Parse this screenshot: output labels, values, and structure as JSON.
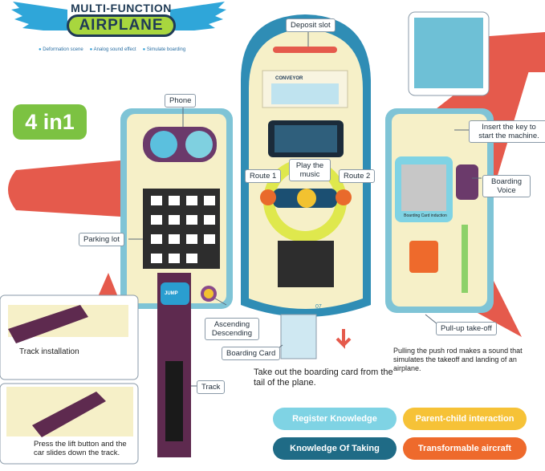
{
  "header": {
    "title_top": "MULTI-FUNCTION",
    "title_main": "AIRPLANE",
    "features": [
      "Deformation scene",
      "Analog sound effect",
      "Simulate boarding"
    ]
  },
  "badge": "4 in1",
  "labels": {
    "deposit_slot": "Deposit slot",
    "phone": "Phone",
    "play_music": "Play the music",
    "route1": "Route 1",
    "route2": "Route 2",
    "insert_key": "Insert the key to start the machine.",
    "boarding_voice": "Boarding Voice",
    "parking_lot": "Parking lot",
    "ascending": "Ascending Descending",
    "boarding_card": "Boarding Card",
    "pull_up": "Pull-up take-off",
    "track": "Track",
    "track_installation": "Track installation",
    "conveyor": "CONVEYOR",
    "jump": "JUMP",
    "card_induction": "Boarding Card induction",
    "num": "07"
  },
  "captions": {
    "take_out": "Take out the boarding card from the tail of the plane.",
    "push_rod": "Pulling the push rod makes a sound that simulates the takeoff and landing of an airplane.",
    "lift": "Press the lift button and the car slides down the track."
  },
  "buttons": [
    {
      "label": "Register Knowledge",
      "bg": "#7fd3e4",
      "color": "#ffffff"
    },
    {
      "label": "Parent-child interaction",
      "bg": "#f6c237",
      "color": "#ffffff"
    },
    {
      "label": "Knowledge Of Taking",
      "bg": "#1f6b86",
      "color": "#ffffff"
    },
    {
      "label": "Transformable aircraft",
      "bg": "#ee6a2c",
      "color": "#ffffff"
    }
  ]
}
